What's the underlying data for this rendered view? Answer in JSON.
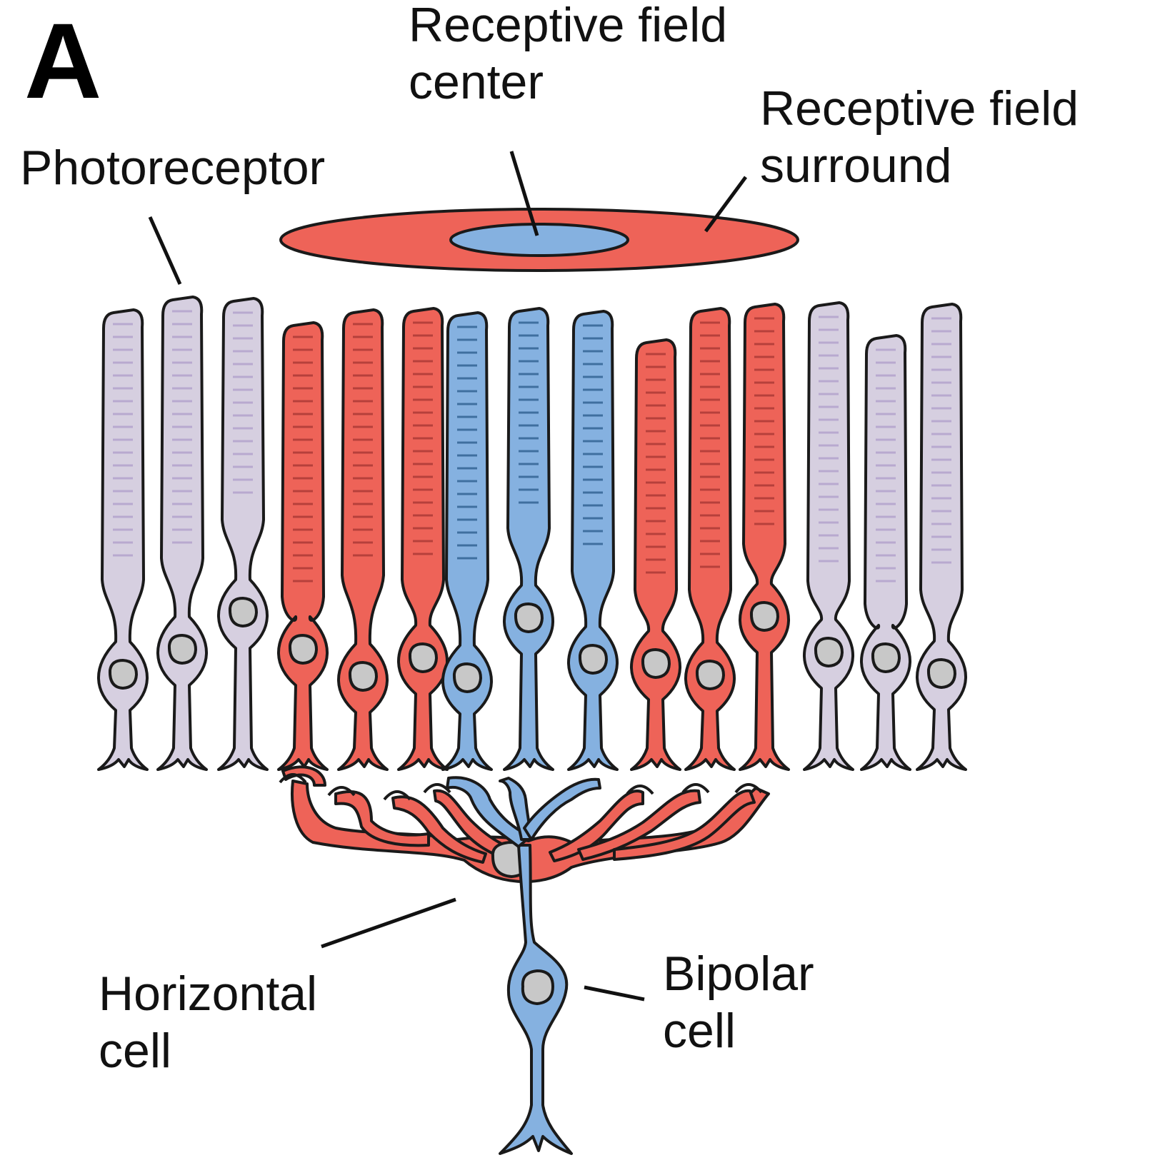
{
  "panel_label": "A",
  "labels": {
    "photoreceptor": "Photoreceptor",
    "rf_center_1": "Receptive field",
    "rf_center_2": "center",
    "rf_surround_1": "Receptive field",
    "rf_surround_2": "surround",
    "horizontal_1": "Horizontal",
    "horizontal_2": "cell",
    "bipolar_1": "Bipolar",
    "bipolar_2": "cell"
  },
  "colors": {
    "neutral": "#d6cfe0",
    "neutral_disk": "#b8a9cf",
    "surround": "#ee6358",
    "surround_disk": "#b6403b",
    "center": "#85b1e0",
    "center_disk": "#3f6f9f",
    "nucleus": "#c8c8c8"
  },
  "photoreceptors": [
    {
      "group": "neutral"
    },
    {
      "group": "neutral"
    },
    {
      "group": "neutral"
    },
    {
      "group": "surround"
    },
    {
      "group": "surround"
    },
    {
      "group": "surround"
    },
    {
      "group": "center"
    },
    {
      "group": "center"
    },
    {
      "group": "center"
    },
    {
      "group": "surround"
    },
    {
      "group": "surround"
    },
    {
      "group": "surround"
    },
    {
      "group": "neutral"
    },
    {
      "group": "neutral"
    },
    {
      "group": "neutral"
    }
  ]
}
